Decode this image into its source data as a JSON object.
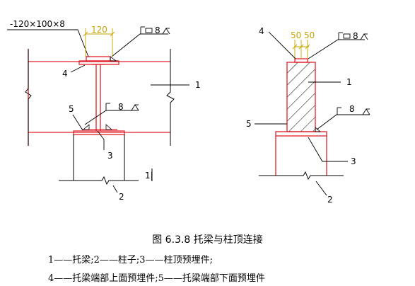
{
  "left": {
    "plate_spec": "-120×100×8",
    "dim_width": "120",
    "weld_size_top": "8",
    "weld_size_bottom": "8",
    "callout_1": "1",
    "callout_2": "2",
    "callout_3": "3",
    "callout_4": "4",
    "callout_5": "5",
    "section_mark": "1|"
  },
  "right": {
    "dim_a": "50",
    "dim_b": "50",
    "weld_size_top": "8",
    "weld_size_bottom": "8",
    "callout_1": "1",
    "callout_2": "2",
    "callout_3": "3",
    "callout_4": "4",
    "callout_5": "5"
  },
  "caption": {
    "title": "图 6.3.8   托梁与柱顶连接",
    "legend_line_1": "1——托梁;2——柱子;3——柱顶预埋件;",
    "legend_line_2": "4——托梁端部上面预埋件;5——托梁端部下面预埋件"
  },
  "colors": {
    "steel": "#e0202a",
    "line": "#000000",
    "dimension": "#c8a400"
  }
}
